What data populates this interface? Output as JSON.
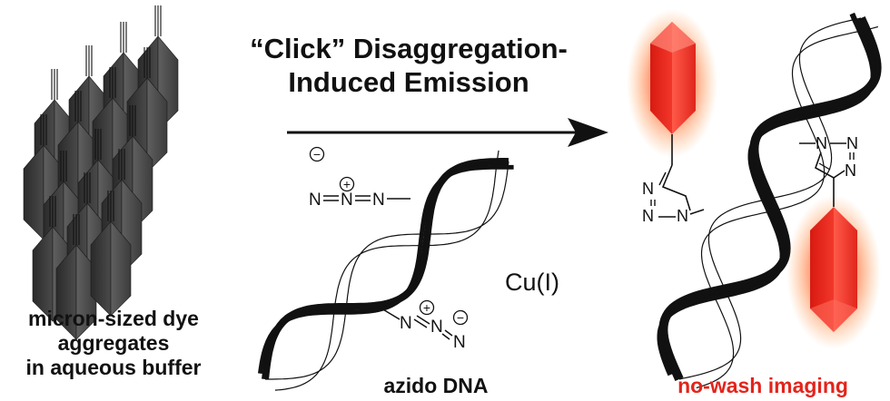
{
  "title_line1": "“Click” Disaggregation-",
  "title_line2": "Induced Emission",
  "label_left_1": "micron-sized dye",
  "label_left_2": "aggregates",
  "label_left_3": "in aqueous buffer",
  "label_middle": "azido DNA",
  "label_right": "no-wash imaging",
  "catalyst": "Cu(I)",
  "atom_N": "N",
  "charge_minus": "−",
  "charge_plus": "+",
  "colors": {
    "glow_red": "#ff3b30",
    "ink": "#111111",
    "crystal_dark": "#3a3a3a",
    "label_red": "#e3241b"
  }
}
